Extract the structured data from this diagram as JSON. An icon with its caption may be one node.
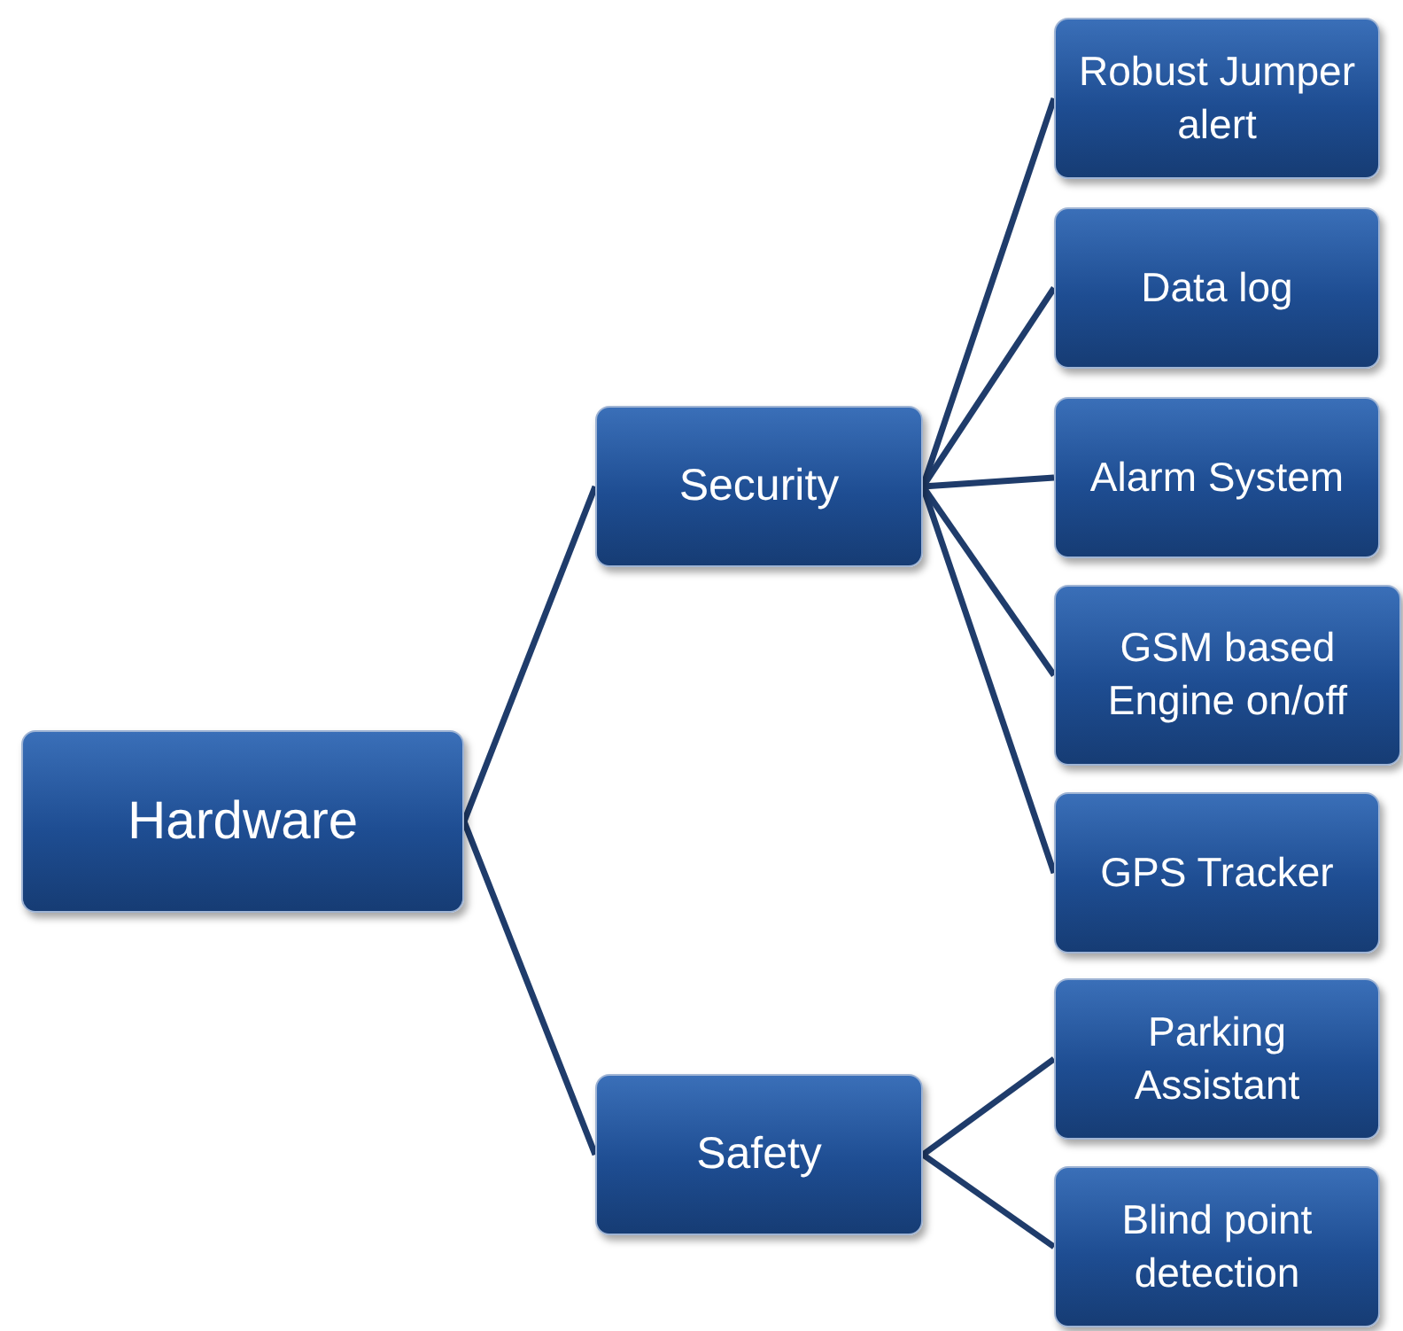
{
  "diagram": {
    "nodes": [
      {
        "text": [
          "Hardware"
        ]
      },
      {
        "text": [
          "Security"
        ]
      },
      {
        "text": [
          "Safety"
        ]
      },
      {
        "text": [
          "Robust Jumper alert"
        ]
      },
      {
        "text": [
          "Data log"
        ]
      },
      {
        "text": [
          "Alarm System"
        ]
      },
      {
        "text": [
          "GSM based Engine on/off"
        ]
      },
      {
        "text": [
          "GPS Tracker"
        ]
      },
      {
        "text": [
          "Parking Assistant"
        ]
      },
      {
        "text": [
          "Blind point detection"
        ]
      }
    ],
    "edges": [
      {
        "from": 0,
        "to": 1,
        "arrow": "none"
      },
      {
        "from": 0,
        "to": 2,
        "arrow": "none"
      },
      {
        "from": 1,
        "to": 3,
        "arrow": "none"
      },
      {
        "from": 1,
        "to": 4,
        "arrow": "none"
      },
      {
        "from": 1,
        "to": 5,
        "arrow": "none"
      },
      {
        "from": 1,
        "to": 6,
        "arrow": "none"
      },
      {
        "from": 1,
        "to": 7,
        "arrow": "none"
      },
      {
        "from": 2,
        "to": 8,
        "arrow": "none"
      },
      {
        "from": 2,
        "to": 9,
        "arrow": "none"
      }
    ]
  }
}
